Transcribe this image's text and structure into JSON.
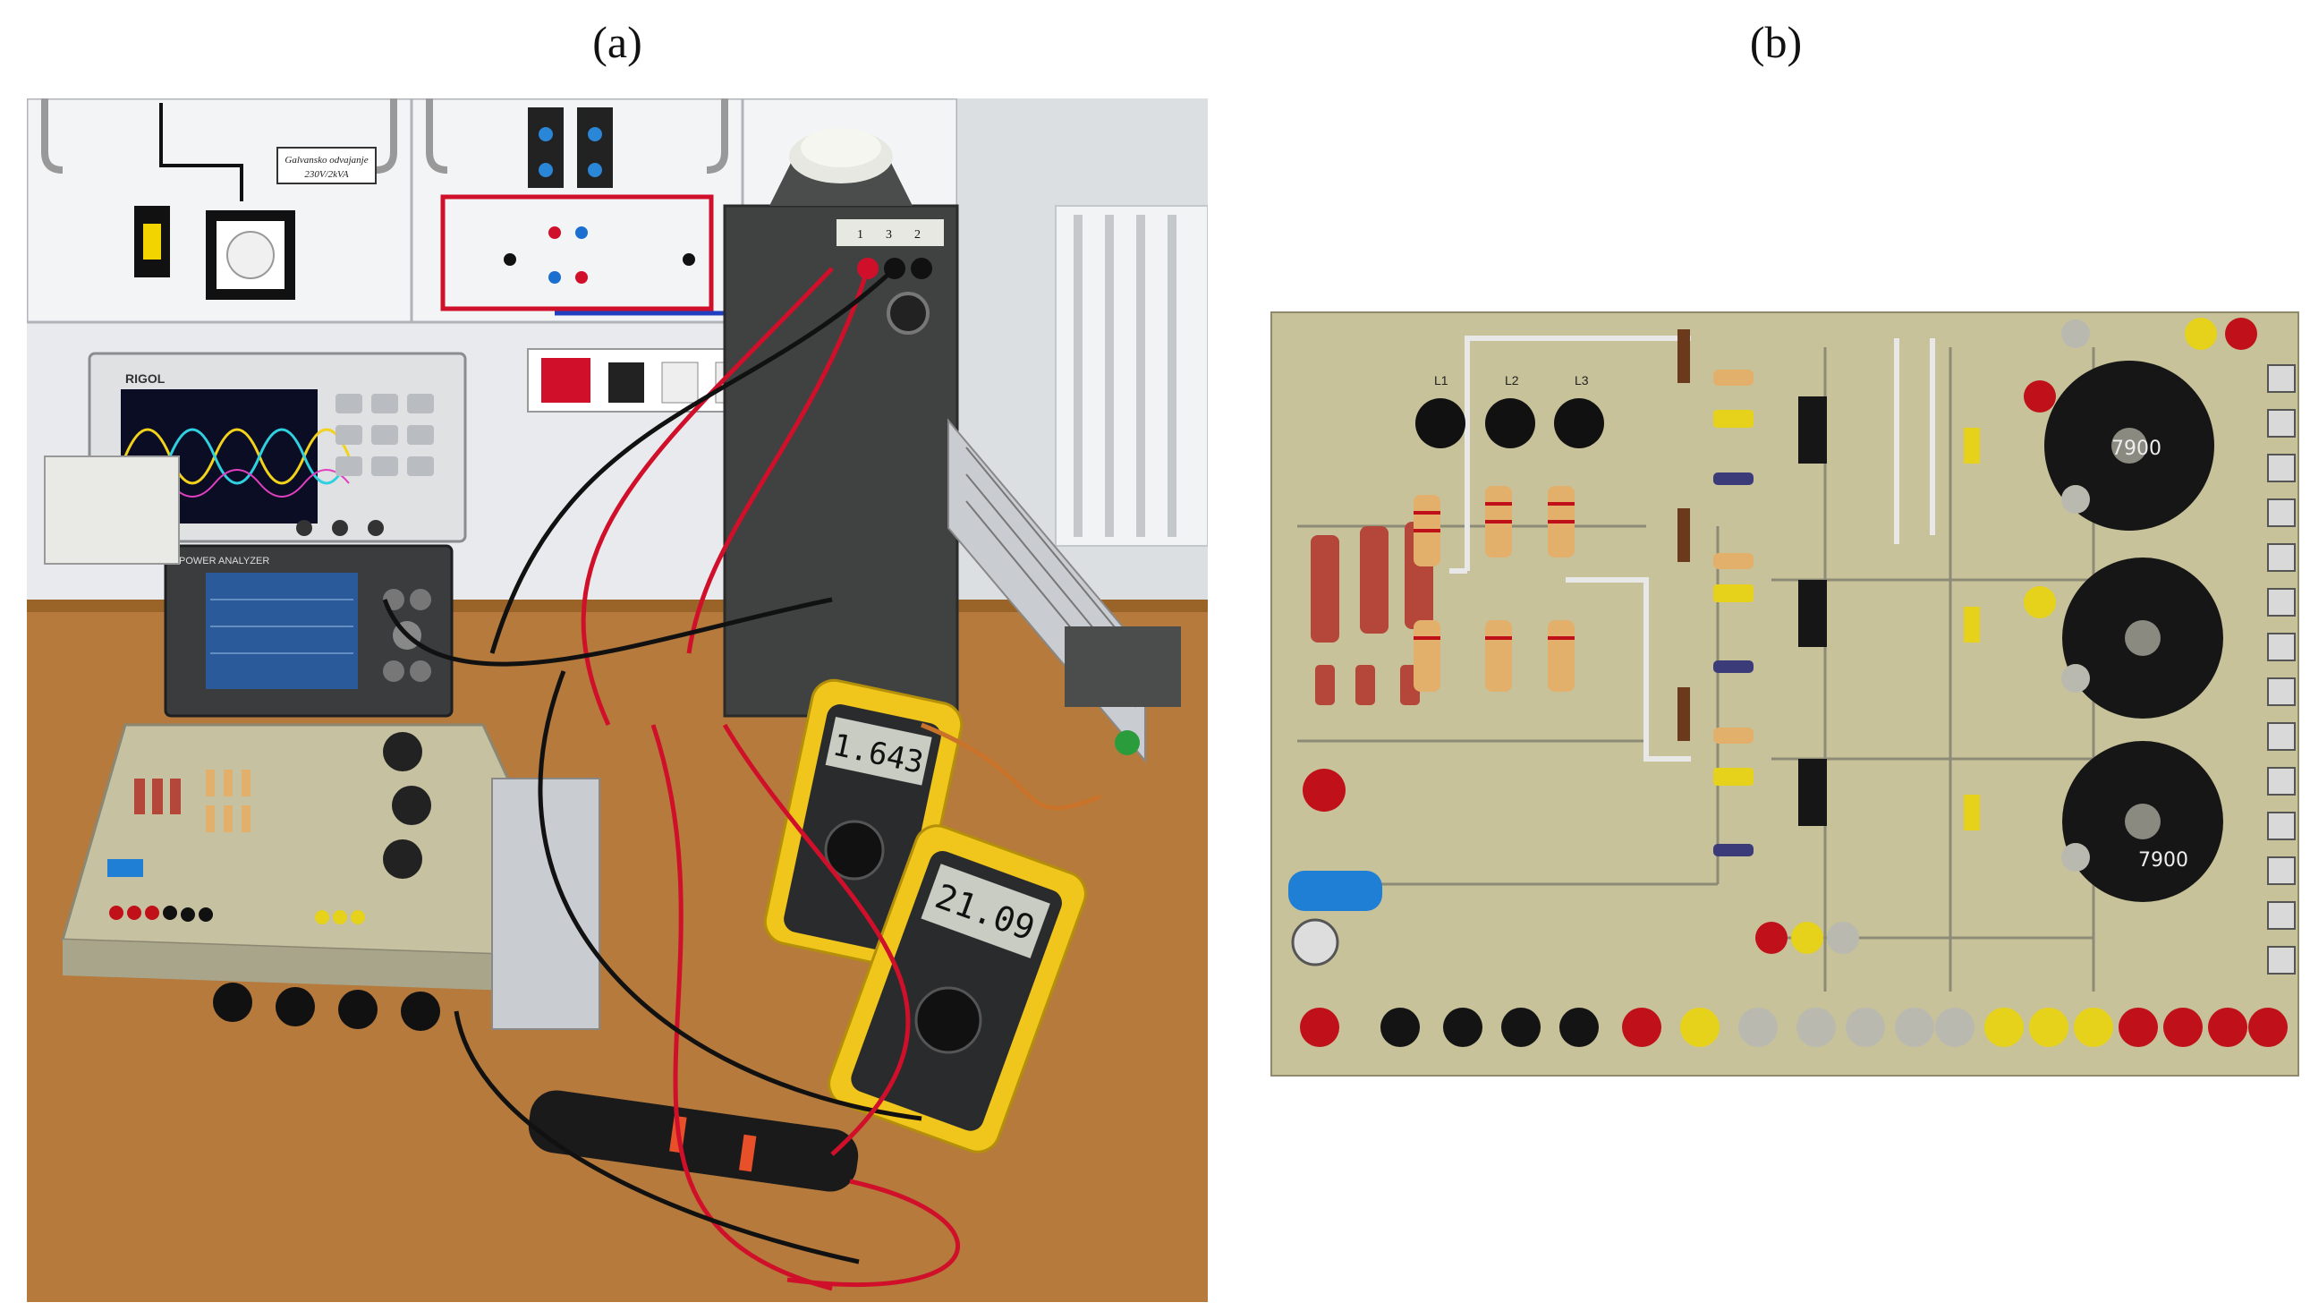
{
  "figure": {
    "panel_a_caption": "(a)",
    "panel_b_caption": "(b)"
  },
  "panel_a": {
    "cabinet_sign_line1": "Galvansko odvajanje",
    "cabinet_sign_line2": "230V/2kVA",
    "transformer_terminals": [
      "1",
      "3",
      "2"
    ],
    "oscilloscope_brand": "RIGOL",
    "power_analyzer_label": "POWER ANALYZER",
    "multimeter_1_reading": "1.643",
    "multimeter_2_reading": "21.09"
  },
  "panel_b": {
    "phase_labels": [
      "L1",
      "L2",
      "L3"
    ],
    "toroid_labels": [
      "7900",
      "7900"
    ],
    "colors": {
      "board": "#c7c29a",
      "resistor_orange": "#e3b06b",
      "resistor_red": "#b5473a",
      "terminal_red": "#c0101a",
      "terminal_yellow": "#e6d21a",
      "terminal_black": "#141414",
      "terminal_grey": "#b9b9b0"
    }
  }
}
